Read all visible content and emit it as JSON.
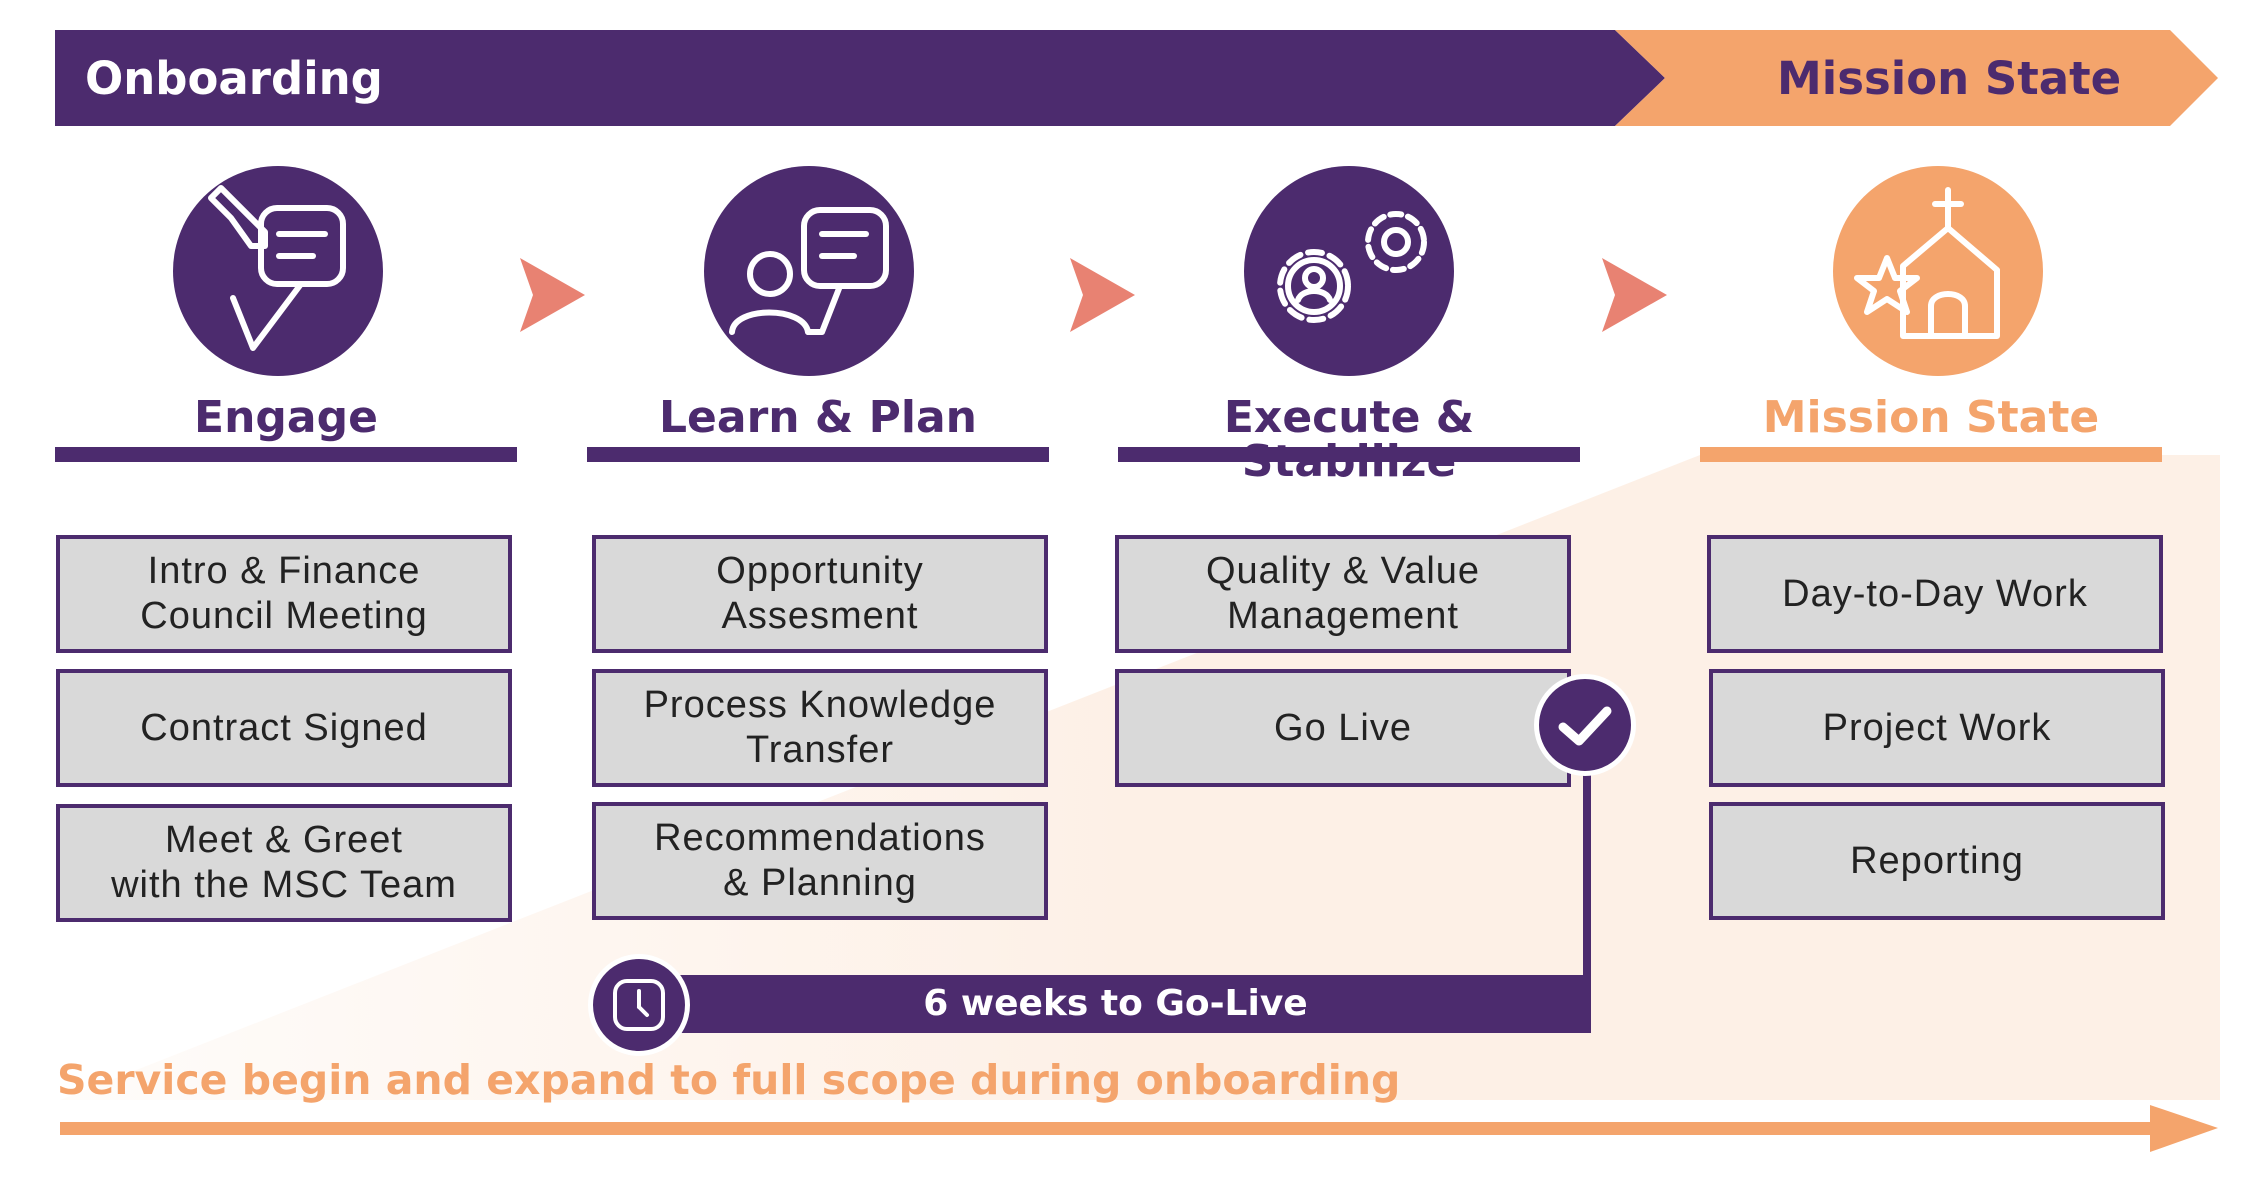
{
  "banner": {
    "onboarding_label": "Onboarding",
    "mission_label": "Mission State"
  },
  "colors": {
    "purple": "#4c2b6e",
    "orange": "#f4a46c",
    "arrow_salmon": "#e88272",
    "task_fill": "#d9d9d9",
    "mission_bg": "#fdf0e6"
  },
  "phases": [
    {
      "title": "Engage",
      "icon": "pencil-checklist-icon",
      "tasks": [
        "Intro & Finance\nCouncil Meeting",
        "Contract Signed",
        "Meet & Greet\nwith the MSC Team"
      ]
    },
    {
      "title": "Learn & Plan",
      "icon": "person-chat-icon",
      "tasks": [
        "Opportunity\nAssesment",
        "Process Knowledge\nTransfer",
        "Recommendations\n& Planning"
      ]
    },
    {
      "title": "Execute & Stabilize",
      "icon": "gears-person-icon",
      "tasks": [
        "Quality & Value\nManagement",
        "Go Live"
      ]
    },
    {
      "title": "Mission State",
      "icon": "church-star-icon",
      "tasks": [
        "Day-to-Day Work",
        "Project Work",
        "Reporting"
      ]
    }
  ],
  "timeline": {
    "label": "6 weeks to Go-Live",
    "icon": "clock-icon",
    "milestone_icon": "checkmark-icon"
  },
  "footer": {
    "text": "Service begin and expand to full scope during onboarding"
  }
}
